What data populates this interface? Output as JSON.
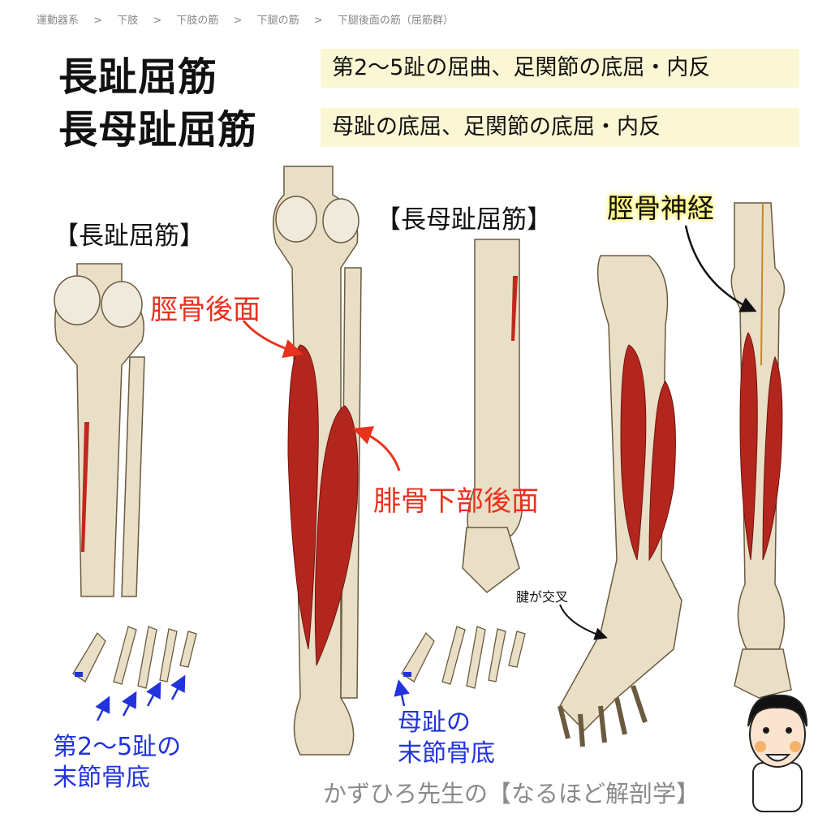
{
  "breadcrumb": [
    "運動器系",
    ">",
    "下肢",
    ">",
    "下肢の筋",
    ">",
    "下腿の筋",
    ">",
    "下腿後面の筋（屈筋群）"
  ],
  "titles": [
    "長趾屈筋",
    "長母趾屈筋"
  ],
  "actions": [
    "第2〜5趾の屈曲、足関節の底屈・内反",
    "母趾の底屈、足関節の底屈・内反"
  ],
  "labels": {
    "fdl": "【長趾屈筋】",
    "fhl": "【長母趾屈筋】",
    "tibia_posterior": "脛骨後面",
    "fibula_lower_posterior": "腓骨下部後面",
    "tibial_nerve": "脛骨神経",
    "tendon_cross": "腱が交叉",
    "fdl_insertion_1": "第2〜5趾の",
    "fdl_insertion_2": "末節骨底",
    "fhl_insertion_1": "母趾の",
    "fhl_insertion_2": "末節骨底"
  },
  "footer": "かずひろ先生の【なるほど解剖学】",
  "colors": {
    "muscle": "#b3261e",
    "bone": "#e9dfc6",
    "label_red": "#e8321e",
    "label_blue": "#2233dd",
    "highlight": "#fbf7d4"
  }
}
